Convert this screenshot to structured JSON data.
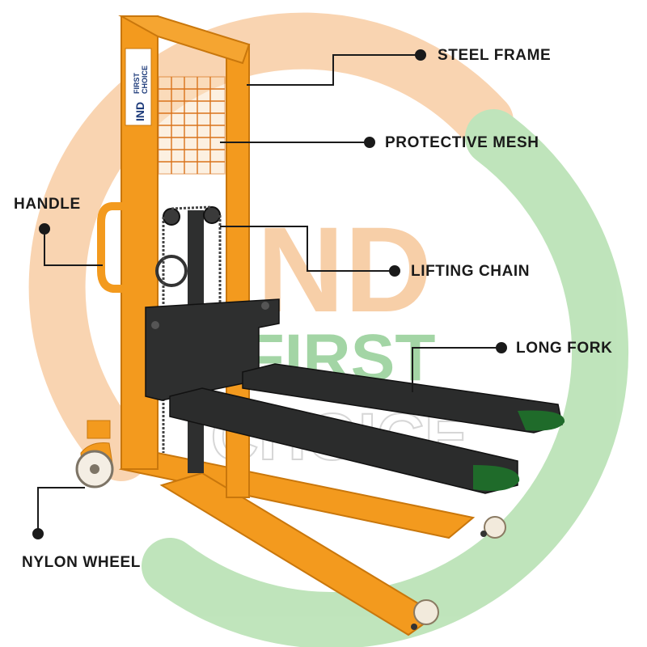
{
  "watermark": {
    "line1": "IND",
    "line2": "FIRST",
    "line3": "CHOICE",
    "colors": {
      "saffron": "#f7c79a",
      "green": "#a9dca9",
      "grey": "#d8d8d8"
    }
  },
  "brand_sticker": {
    "ind": "IND",
    "first": "FIRST",
    "choice": "CHOICE"
  },
  "colors": {
    "frame_orange": "#f39a1e",
    "frame_orange_dark": "#d97f0c",
    "carriage_dark": "#2e2f2f",
    "fork_tip_green": "#1f6b2a",
    "leader_line": "#1a1a1a"
  },
  "labels": {
    "steel_frame": "STEEL FRAME",
    "protective_mesh": "PROTECTIVE MESH",
    "handle": "HANDLE",
    "lifting_chain": "LIFTING CHAIN",
    "long_fork": "LONG FORK",
    "nylon_wheel": "NYLON WHEEL"
  }
}
